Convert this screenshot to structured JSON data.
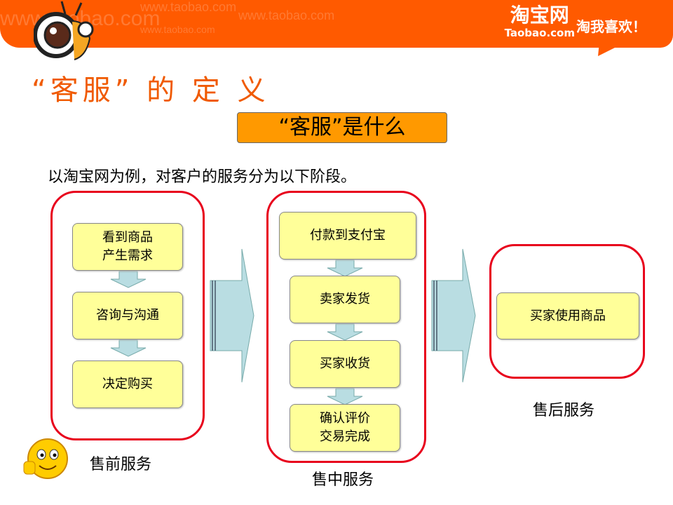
{
  "header": {
    "watermark": "www.taobao.com",
    "brand_cn": "淘宝网",
    "brand_en": "Taobao.com",
    "slogan": "淘我喜欢！"
  },
  "title": "“客服” 的 定 义",
  "question_box": "“客服”是什么",
  "intro": "以淘宝网为例，对客户的服务分为以下阶段。",
  "stages": [
    {
      "label": "售前服务",
      "steps": [
        "看到商品\n产生需求",
        "咨询与沟通",
        "决定购买"
      ]
    },
    {
      "label": "售中服务",
      "steps": [
        "付款到支付宝",
        "卖家发货",
        "买家收货",
        "确认评价\n交易完成"
      ]
    },
    {
      "label": "售后服务",
      "steps": [
        "买家使用商品"
      ]
    }
  ],
  "colors": {
    "header": "#ff5a00",
    "title": "#f05a00",
    "question_box": "#ff9900",
    "group_border": "#e8001c",
    "step_fill": "#ffff99",
    "arrow_fill": "#b9dde2"
  }
}
